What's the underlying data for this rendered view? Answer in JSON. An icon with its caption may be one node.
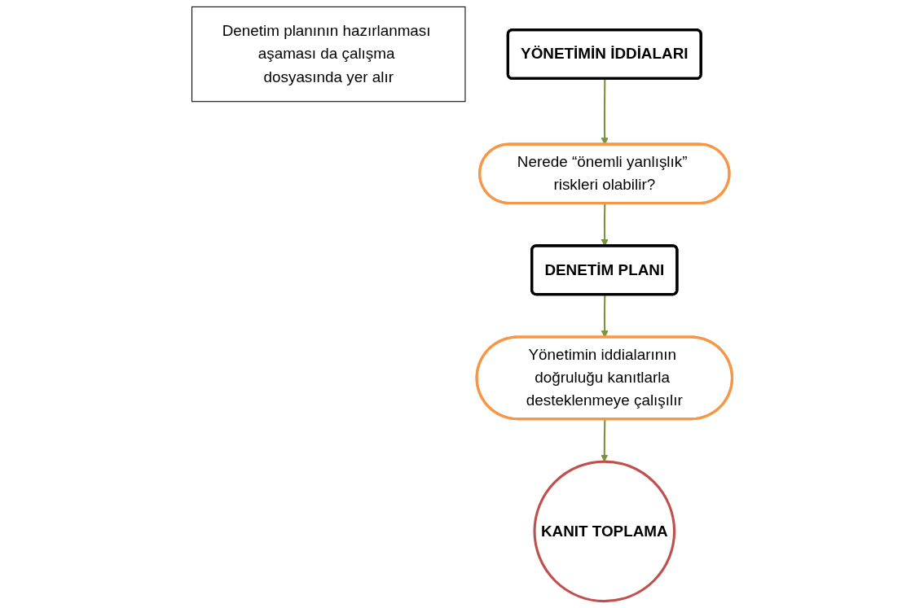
{
  "diagram": {
    "nodes": [
      {
        "text": [
          "Denetim planının hazırlanması aşaması da çalışma dosyasında yer alır"
        ]
      },
      {
        "text": [
          "YÖNETİMİN İDDİALARI"
        ]
      },
      {
        "text": [
          "Nerede “önemli yanlışlık” riskleri olabilir?"
        ]
      },
      {
        "text": [
          "DENETİM PLANI"
        ]
      },
      {
        "text": [
          "Yönetimin iddialarının doğruluğu kanıtlarla desteklenmeye çalışılır"
        ]
      },
      {
        "text": [
          "KANIT TOPLAMA"
        ]
      }
    ],
    "edges": [
      {
        "from": 1,
        "to": 2,
        "arrow": "to"
      },
      {
        "from": 2,
        "to": 3,
        "arrow": "to"
      },
      {
        "from": 3,
        "to": 4,
        "arrow": "to"
      },
      {
        "from": 4,
        "to": 5,
        "arrow": "to"
      }
    ]
  }
}
